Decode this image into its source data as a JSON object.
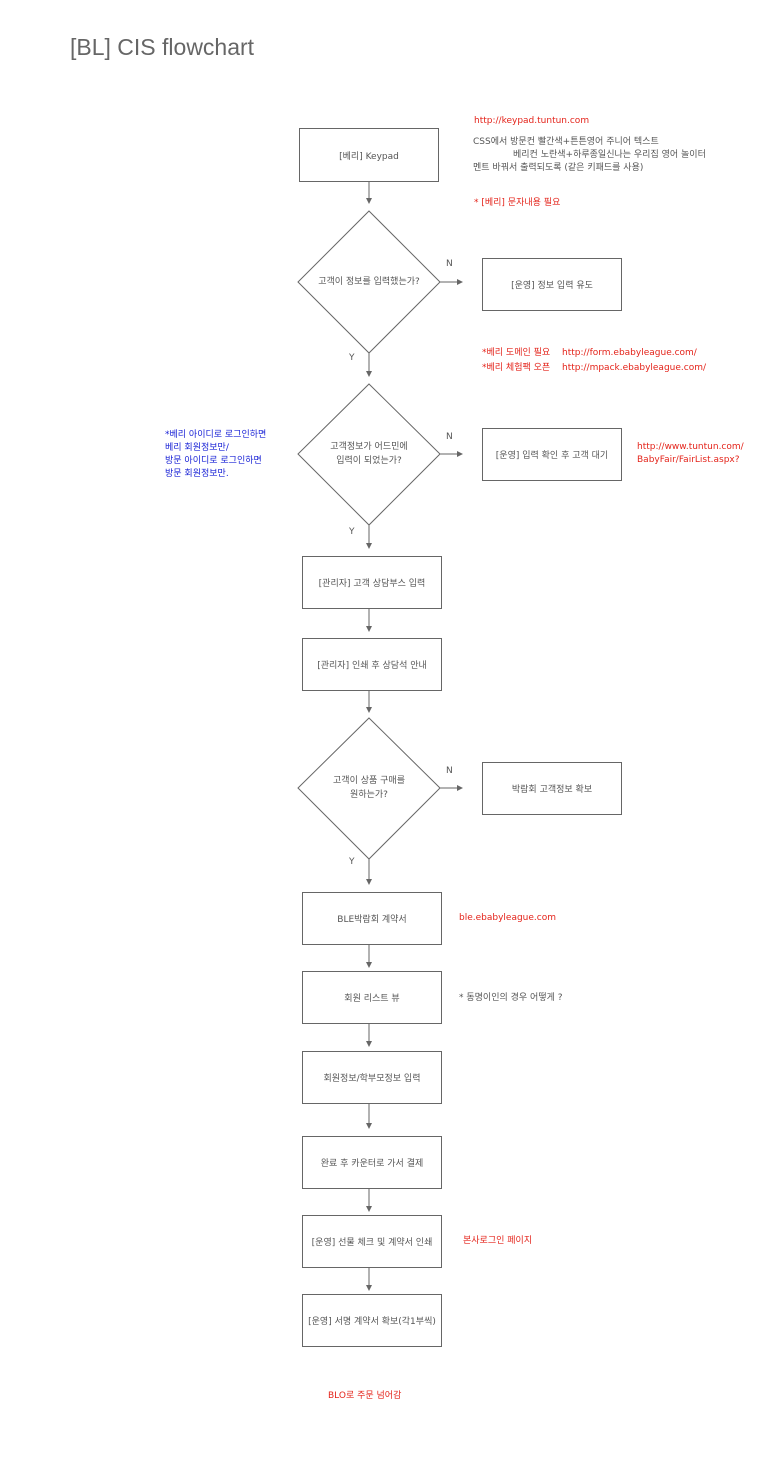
{
  "title": "[BL] CIS flowchart",
  "steps": {
    "keypad": "[베리] Keypad",
    "decision1": "고객이 정보를 입력했는가?",
    "no1": "[운영] 정보 입력 유도",
    "decision2_line1": "고객정보가 어드민에",
    "decision2_line2": "입력이 되었는가?",
    "no2": "[운영] 입력 확인 후 고객 대기",
    "admin_input": "[관리자] 고객 상담부스 입력",
    "admin_print": "[관리자] 인쇄 후 상담석 안내",
    "decision3_line1": "고객이 상품 구매를",
    "decision3_line2": "원하는가?",
    "no3": "박람회 고객정보 확보",
    "contract": "BLE박람회 계약서",
    "member_list": "회원 리스트 뷰",
    "member_input": "회원정보/학부모정보 입력",
    "payment": "완료 후 카운터로 가서 결제",
    "gift_check": "[운영] 선물 체크 및 계약서 인쇄",
    "sign": "[운영] 서명 계약서 확보(각1부씩)"
  },
  "branch_labels": {
    "no": "N",
    "yes": "Y"
  },
  "notes": {
    "keypad_url": "http://keypad.tuntun.com",
    "css_line1": "CSS에서 방문컨 빨간색+튼튼영어 주니어 텍스트",
    "css_line2": "베리컨 노란색+하루종일신나는 우리집 영어 놀이터",
    "css_line3": "멘트 바꿔서 출력되도록 (같은 키패드를 사용)",
    "sms_note": "* [베리] 문자내용 필요",
    "domain_note": "*베리 도메인 필요",
    "domain_url": "http://form.ebabyleague.com/",
    "pack_note": "*베리 체험팩 오픈",
    "pack_url": "http://mpack.ebabyleague.com/",
    "login_line1": "*베리 아이디로 로그인하면",
    "login_line2": "베리 회원정보만/",
    "login_line3": "방문 아이디로 로그인하면",
    "login_line4": "방문 회원정보만.",
    "fair_url1": "http://www.tuntun.com/",
    "fair_url2": "BabyFair/FairList.aspx?",
    "ble_url": "ble.ebabyleague.com",
    "same_name": "* 동명이인의 경우 어떻게 ?",
    "hq_login": "본사로그인 페이지",
    "blo_order": "BLO로 주문 넘어감"
  },
  "colors": {
    "line": "#666666",
    "text": "#555555",
    "red": "#e4241b",
    "blue": "#1a23d6",
    "title": "#666666"
  }
}
